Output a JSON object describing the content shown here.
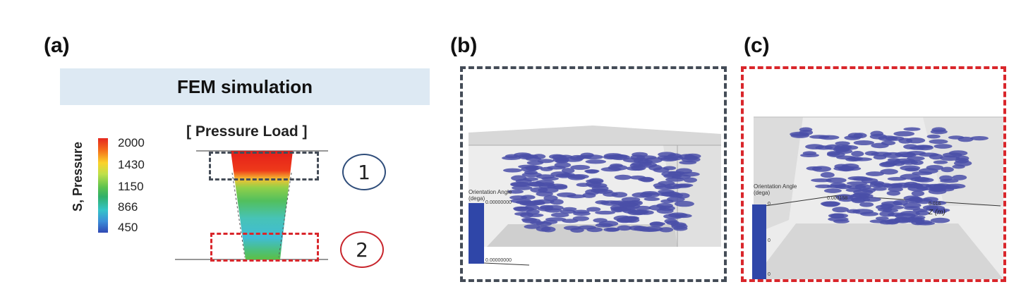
{
  "panels": {
    "a": {
      "label": "(a)",
      "banner": "FEM simulation",
      "load_label": "[ Pressure Load ]",
      "legend": {
        "title": "S, Pressure",
        "ticks": [
          "2000",
          "1430",
          "1150",
          "866",
          "450"
        ]
      },
      "markers": [
        "1",
        "2"
      ]
    },
    "b": {
      "label": "(b)",
      "orientation_label": "Orientation Angle\n(dega)",
      "colorbar_top": "0.00000000",
      "colorbar_bottom": "0.00000000"
    },
    "c": {
      "label": "(c)",
      "orientation_label": "Orientation Angle\n(dega)",
      "colorbar_top": "0",
      "colorbar_mid": "0",
      "colorbar_bottom": "0",
      "axis_value_1": "0.003158",
      "axis_value_2": "0.016",
      "axis_label": "Z (m)"
    }
  },
  "colors": {
    "frame_1": "#444c57",
    "frame_2": "#d9262b",
    "circle_1": "#2f4d7a",
    "circle_2": "#c8262d",
    "banner_bg": "#dde9f3",
    "particle": "#4a4fa8"
  }
}
